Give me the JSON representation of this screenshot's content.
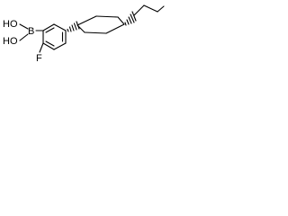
{
  "molecule": {
    "atom_labels": {
      "boron": "B",
      "hydroxyl_upper": "HO",
      "hydroxyl_lower": "HO",
      "fluorine": "F"
    },
    "stereo": {
      "ring_bond_1": "wedge-hashed",
      "ring_bond_2": "wedge-hashed"
    },
    "colors": {
      "ink": "#000000",
      "background": "#ffffff"
    }
  }
}
